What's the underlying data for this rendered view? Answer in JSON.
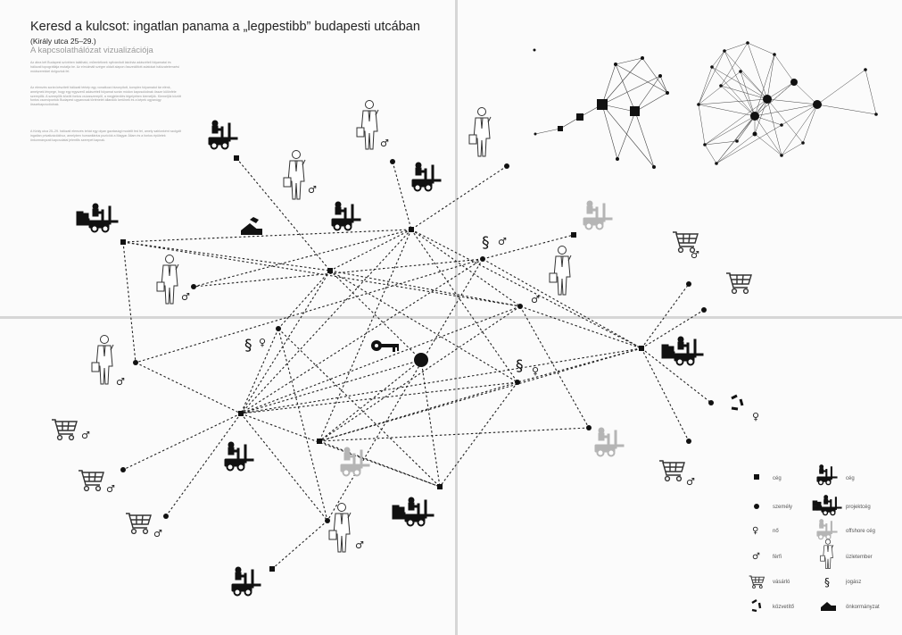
{
  "header": {
    "title": "Keresd a kulcsot: ingatlan panama a „legpestibb” budapesti utcában",
    "subtitle": "(Király utca 25–29.)",
    "subtitle2": "A kapcsolathálózat vizualizációja"
  },
  "intro_paragraphs": [
    "Az ábra két Budapest szívében található, műemléknek nyilvánított lakóház adásvételi folyamatai és hálózati topográfiája mutatja be. Az elmúlmált szégre oldalt alapon összeállított adatokat hálózatelemzési módszerekkel dolgoztuk fel.",
    "Az elemzés során készített hálózati térkép egy vonatkozó bizonyított, komplex folyamatot tár elénk, amelynek lényege, hogy egy egyszerű adásvételi folyamat során módon kapcsolódnak össze különféle szereplők. A szereplők között fontos csúcsszereplő, a megjelenítés tégelyében kiemeljük. Kiemeljük között fontos csomópontok Budapest ugyancsak történetét állandók kerülnek és a képek ugyanúgy összekapcsolódnak.",
    "A Király utca 25–29. hálózati elemzés tehát egy olyan gazdasági modellt fed fel, amely sablonként szolgált ingatlan privatizációkhoz, amelyben humanitárius pozíciók a Magyar Állam és a fontos épületek önkormányzati kapcsolatai jelentős szerepet kapnak."
  ],
  "legend": [
    {
      "symbol": "square",
      "label": "cég"
    },
    {
      "symbol": "forklift",
      "label": "cég"
    },
    {
      "symbol": "circle",
      "label": "személy"
    },
    {
      "symbol": "forklift-boxes",
      "label": "projektcég"
    },
    {
      "symbol": "female",
      "label": "nő"
    },
    {
      "symbol": "forklift-grey",
      "label": "offshore cég"
    },
    {
      "symbol": "male",
      "label": "férfi"
    },
    {
      "symbol": "businessman",
      "label": "üzletember"
    },
    {
      "symbol": "cart",
      "label": "vásárló"
    },
    {
      "symbol": "section",
      "label": "jogász"
    },
    {
      "symbol": "recycle",
      "label": "közvetítő"
    },
    {
      "symbol": "building",
      "label": "önkormányzat"
    }
  ],
  "glyphs": {
    "female": "♀",
    "male": "♂",
    "section": "§"
  },
  "icon_names": [
    "forklift-icon",
    "businessman-icon",
    "shopping-cart-icon",
    "key-icon",
    "recycle-icon",
    "building-icon"
  ]
}
